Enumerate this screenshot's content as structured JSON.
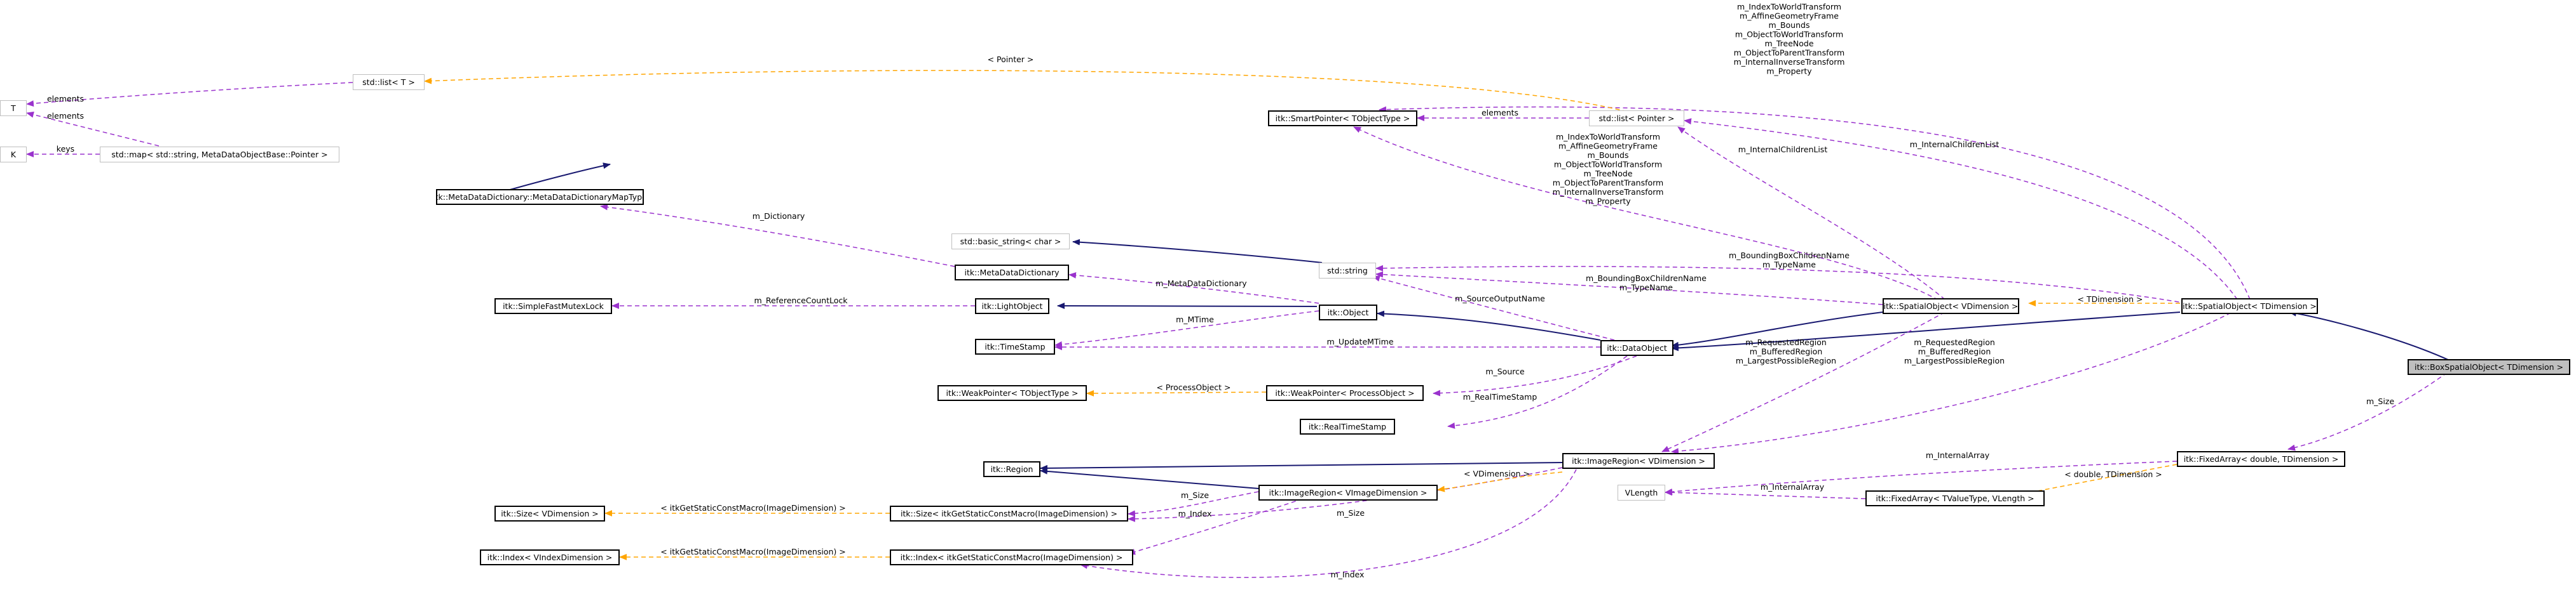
{
  "colors": {
    "inherit": "#191970",
    "member": "#9a32cd",
    "template": "#ffa500",
    "node_border": "#000000",
    "external_border": "#bfbfbf",
    "focus_fill": "#bfbfbf"
  },
  "nodes": {
    "box_spatial_object": "itk::BoxSpatialObject< TDimension >",
    "spatial_object_t": "itk::SpatialObject< TDimension >",
    "spatial_object_v": "itk::SpatialObject< VDimension >",
    "data_object": "itk::DataObject",
    "object": "itk::Object",
    "light_object": "itk::LightObject",
    "mutex_lock": "itk::SimpleFastMutexLock",
    "metadata_dictionary": "itk::MetaDataDictionary",
    "metadata_map_type": "itk::MetaDataDictionary::MetaDataDictionaryMapType",
    "std_map": "std::map< std::string, MetaDataObjectBase::Pointer >",
    "node_k": "K",
    "node_t": "T",
    "std_list_t": "std::list< T >",
    "smart_pointer": "itk::SmartPointer< TObjectType >",
    "std_list_pointer": "std::list< Pointer >",
    "basic_string": "std::basic_string< char >",
    "std_string": "std::string",
    "timestamp": "itk::TimeStamp",
    "weak_pointer_t": "itk::WeakPointer< TObjectType >",
    "weak_pointer_p": "itk::WeakPointer< ProcessObject >",
    "real_timestamp": "itk::RealTimeStamp",
    "image_region_v": "itk::ImageRegion< VDimension >",
    "region": "itk::Region",
    "image_region_vi": "itk::ImageRegion< VImageDimension >",
    "size_v": "itk::Size< VDimension >",
    "size_macro": "itk::Size< itkGetStaticConstMacro(ImageDimension) >",
    "index_v": "itk::Index< VIndexDimension >",
    "index_macro": "itk::Index< itkGetStaticConstMacro(ImageDimension) >",
    "fixed_array_d": "itk::FixedArray< double, TDimension >",
    "fixed_array_t": "itk::FixedArray< TValueType, VLength >",
    "vlength": "VLength"
  },
  "edge_labels": {
    "smartptr_members": [
      "m_IndexToWorldTransform",
      "m_AffineGeometryFrame",
      "m_Bounds",
      "m_ObjectToWorldTransform",
      "m_TreeNode",
      "m_ObjectToParentTransform",
      "m_InternalInverseTransform",
      "m_Property"
    ],
    "smartptr_members_2": [
      "m_IndexToWorldTransform",
      "m_AffineGeometryFrame",
      "m_Bounds",
      "m_ObjectToWorldTransform",
      "m_TreeNode",
      "m_ObjectToParentTransform",
      "m_InternalInverseTransform",
      "m_Property"
    ],
    "pointer": "< Pointer >",
    "elements": "elements",
    "elements_t1": "elements",
    "elements_t2": "elements",
    "keys": "keys",
    "internal_children_1": "m_InternalChildrenList",
    "internal_children_2": "m_InternalChildrenList",
    "dictionary": "m_Dictionary",
    "metadata_dictionary": "m_MetaDataDictionary",
    "reference_count_lock": "m_ReferenceCountLock",
    "mtime": "m_MTime",
    "updated_mtime": "m_UpdateMTime",
    "source_output_name": "m_SourceOutputName",
    "bbox_children_1": [
      "m_BoundingBoxChildrenName",
      "m_TypeName"
    ],
    "bbox_children_2": [
      "m_BoundingBoxChildrenName",
      "m_TypeName"
    ],
    "tdimension": "< TDimension >",
    "regions_1": [
      "m_RequestedRegion",
      "m_BufferedRegion",
      "m_LargestPossibleRegion"
    ],
    "regions_2": [
      "m_RequestedRegion",
      "m_BufferedRegion",
      "m_LargestPossibleRegion"
    ],
    "source": "m_Source",
    "process_object": "< ProcessObject >",
    "real_timestamp": "m_RealTimeStamp",
    "vdimension": "< VDimension >",
    "size_1": "m_Size",
    "size_2": "m_Size",
    "size_3": "m_Size",
    "index_1": "m_Index",
    "index_2": "m_Index",
    "macro_size": "< itkGetStaticConstMacro(ImageDimension) >",
    "macro_index": "< itkGetStaticConstMacro(ImageDimension) >",
    "internal_array_1": "m_InternalArray",
    "internal_array_2": "m_InternalArray",
    "double_tdimension": "< double, TDimension >"
  }
}
